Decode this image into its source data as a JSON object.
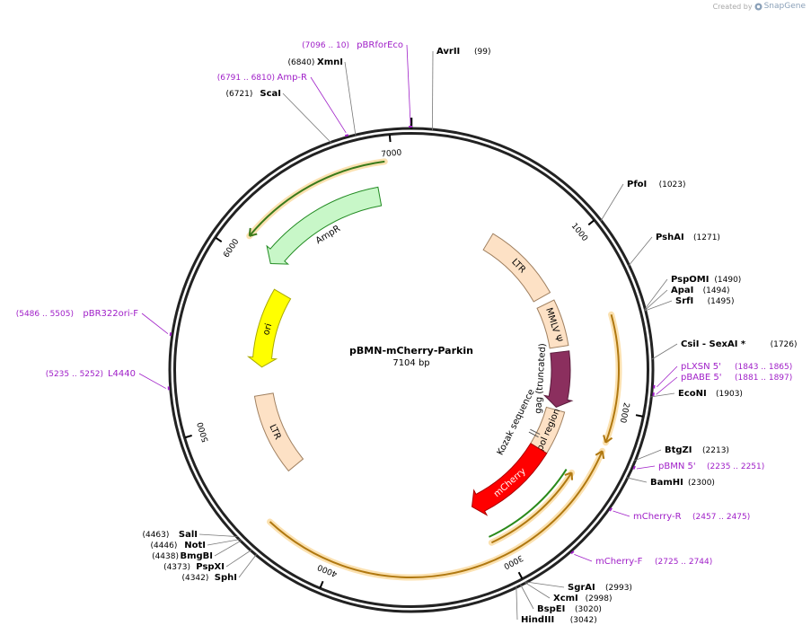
{
  "credit": {
    "created_by": "Created by",
    "brand": "SnapGene",
    "logo_icon": "snapgene-logo-icon"
  },
  "plasmid": {
    "name": "pBMN-mCherry-Parkin",
    "size_label": "7104 bp",
    "length": 7104
  },
  "ticks": [
    {
      "pos": 1000,
      "label": "1000"
    },
    {
      "pos": 2000,
      "label": "2000"
    },
    {
      "pos": 3000,
      "label": "3000"
    },
    {
      "pos": 4000,
      "label": "4000"
    },
    {
      "pos": 5000,
      "label": "5000"
    },
    {
      "pos": 6000,
      "label": "6000"
    },
    {
      "pos": 7000,
      "label": "7000"
    }
  ],
  "enzymes": [
    {
      "name": "AvrII",
      "pos_label": "(99)",
      "site": 99
    },
    {
      "name": "PfoI",
      "pos_label": "(1023)",
      "site": 1023
    },
    {
      "name": "PshAI",
      "pos_label": "(1271)",
      "site": 1271
    },
    {
      "name": "PspOMI",
      "pos_label": "(1490)",
      "site": 1490
    },
    {
      "name": "ApaI",
      "pos_label": "(1494)",
      "site": 1494
    },
    {
      "name": "SrfI",
      "pos_label": "(1495)",
      "site": 1495
    },
    {
      "name": "CsiI - SexAI *",
      "pos_label": "(1726)",
      "site": 1726
    },
    {
      "name": "EcoNI",
      "pos_label": "(1903)",
      "site": 1903
    },
    {
      "name": "BtgZI",
      "pos_label": "(2213)",
      "site": 2213
    },
    {
      "name": "BamHI",
      "pos_label": "(2300)",
      "site": 2300
    },
    {
      "name": "SgrAI",
      "pos_label": "(2993)",
      "site": 2993
    },
    {
      "name": "XcmI",
      "pos_label": "(2998)",
      "site": 2998
    },
    {
      "name": "BspEI",
      "pos_label": "(3020)",
      "site": 3020
    },
    {
      "name": "HindIII",
      "pos_label": "(3042)",
      "site": 3042
    },
    {
      "name": "SphI",
      "pos_label": "(4342)",
      "site": 4342
    },
    {
      "name": "PspXI",
      "pos_label": "(4373)",
      "site": 4373
    },
    {
      "name": "BmgBI",
      "pos_label": "(4438)",
      "site": 4438
    },
    {
      "name": "NotI",
      "pos_label": "(4446)",
      "site": 4446
    },
    {
      "name": "SalI",
      "pos_label": "(4463)",
      "site": 4463
    },
    {
      "name": "ScaI",
      "pos_label": "(6721)",
      "site": 6721
    },
    {
      "name": "XmnI",
      "pos_label": "(6840)",
      "site": 6840
    }
  ],
  "primers": [
    {
      "name": "pBRforEco",
      "range_label": "(7096 .. 10)",
      "site": 7100
    },
    {
      "name": "Amp-R",
      "range_label": "(6791 .. 6810)",
      "site": 6800
    },
    {
      "name": "pLXSN 5'",
      "range_label": "(1843 .. 1865)",
      "site": 1854
    },
    {
      "name": "pBABE 5'",
      "range_label": "(1881 .. 1897)",
      "site": 1889
    },
    {
      "name": "pBMN 5'",
      "range_label": "(2235 .. 2251)",
      "site": 2243
    },
    {
      "name": "mCherry-R",
      "range_label": "(2457 .. 2475)",
      "site": 2466
    },
    {
      "name": "mCherry-F",
      "range_label": "(2725 .. 2744)",
      "site": 2734
    },
    {
      "name": "pBR322ori-F",
      "range_label": "(5486 .. 5505)",
      "site": 5495
    },
    {
      "name": "L4440",
      "range_label": "(5235 .. 5252)",
      "site": 5243
    }
  ],
  "features": [
    {
      "label": "AmpR",
      "start": 6060,
      "end": 6900,
      "type": "arrow",
      "direction": "ccw",
      "color": "#c8f7c8",
      "stroke": "#228b22"
    },
    {
      "label": "ori",
      "start": 5350,
      "end": 5930,
      "type": "arrow",
      "direction": "ccw",
      "color": "#ffff00",
      "stroke": "#aaaa00"
    },
    {
      "label": "LTR",
      "start": 4550,
      "end": 5140,
      "type": "box",
      "color": "#fde1c5",
      "stroke": "#a08060"
    },
    {
      "label": "LTR",
      "start": 610,
      "end": 1200,
      "type": "box",
      "color": "#fde1c5",
      "stroke": "#a08060"
    },
    {
      "label": "MMLV Ψ",
      "start": 1260,
      "end": 1600,
      "type": "box",
      "color": "#fde1c5",
      "stroke": "#a08060"
    },
    {
      "label": "gag (truncated)",
      "start": 1640,
      "end": 2060,
      "type": "arrow",
      "direction": "cw",
      "color": "#8b2f5e",
      "stroke": "#5a1c3c"
    },
    {
      "label": "pol region",
      "start": 2080,
      "end": 2400,
      "type": "box",
      "color": "#fde1c5",
      "stroke": "#a08060"
    },
    {
      "label": "mCherry",
      "start": 2400,
      "end": 3080,
      "type": "arrow",
      "direction": "cw",
      "color": "#ff0000",
      "stroke": "#aa0000"
    },
    {
      "label": "Kozak sequence",
      "start": 2300,
      "end": 2310,
      "type": "mark",
      "color": "#888888",
      "stroke": "#555555"
    }
  ],
  "orfs": [
    {
      "start": 1470,
      "end": 2180,
      "direction": "cw"
    },
    {
      "start": 2230,
      "end": 4400,
      "direction": "ccw"
    },
    {
      "start": 6110,
      "end": 6960,
      "direction": "ccw"
    },
    {
      "start": 2420,
      "end": 3060,
      "direction": "ccw"
    }
  ]
}
